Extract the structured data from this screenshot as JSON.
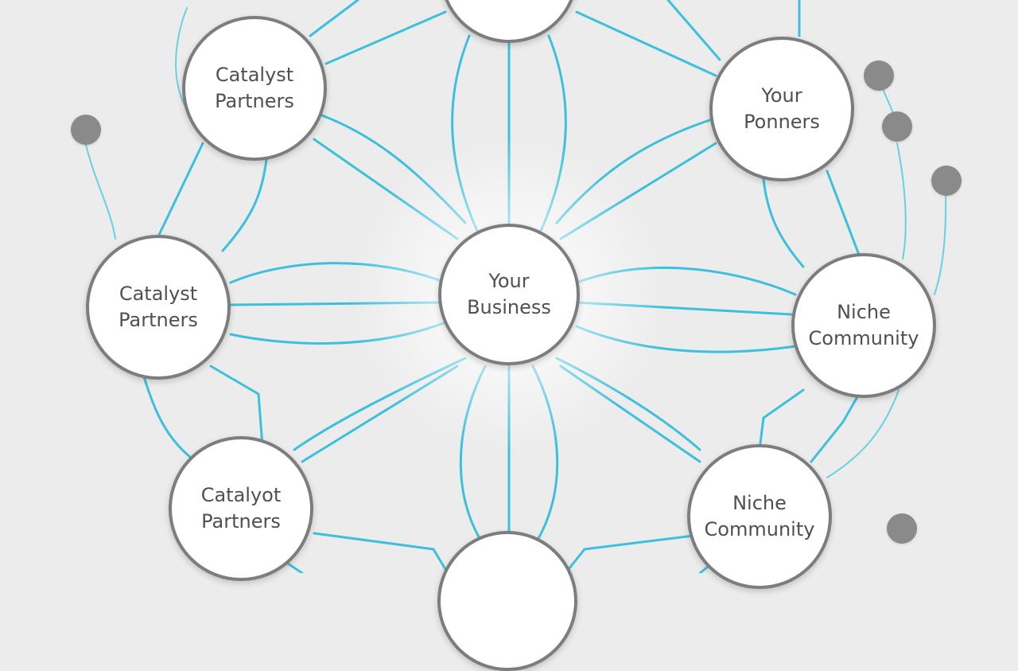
{
  "diagram": {
    "colors": {
      "background": "#ececec",
      "connector": "#3cc0dc",
      "node_border": "#7d7d7d",
      "node_fill": "#ffffff",
      "text": "#505050",
      "dot": "#8a8a8a"
    },
    "center": {
      "line1": "Your",
      "line2": "Business"
    },
    "nodes": [
      {
        "id": "top",
        "line1": "",
        "line2": ""
      },
      {
        "id": "top-left",
        "line1": "Catalyst",
        "line2": "Partners"
      },
      {
        "id": "top-right",
        "line1": "Your",
        "line2": "Ponners"
      },
      {
        "id": "mid-left",
        "line1": "Catalyst",
        "line2": "Partners"
      },
      {
        "id": "mid-right",
        "line1": "Niche",
        "line2": "Community"
      },
      {
        "id": "bottom-left",
        "line1": "Catalyot",
        "line2": "Partners"
      },
      {
        "id": "bottom-right",
        "line1": "Niche",
        "line2": "Community"
      },
      {
        "id": "bottom",
        "line1": "",
        "line2": ""
      }
    ],
    "satellite_dots": 5
  }
}
